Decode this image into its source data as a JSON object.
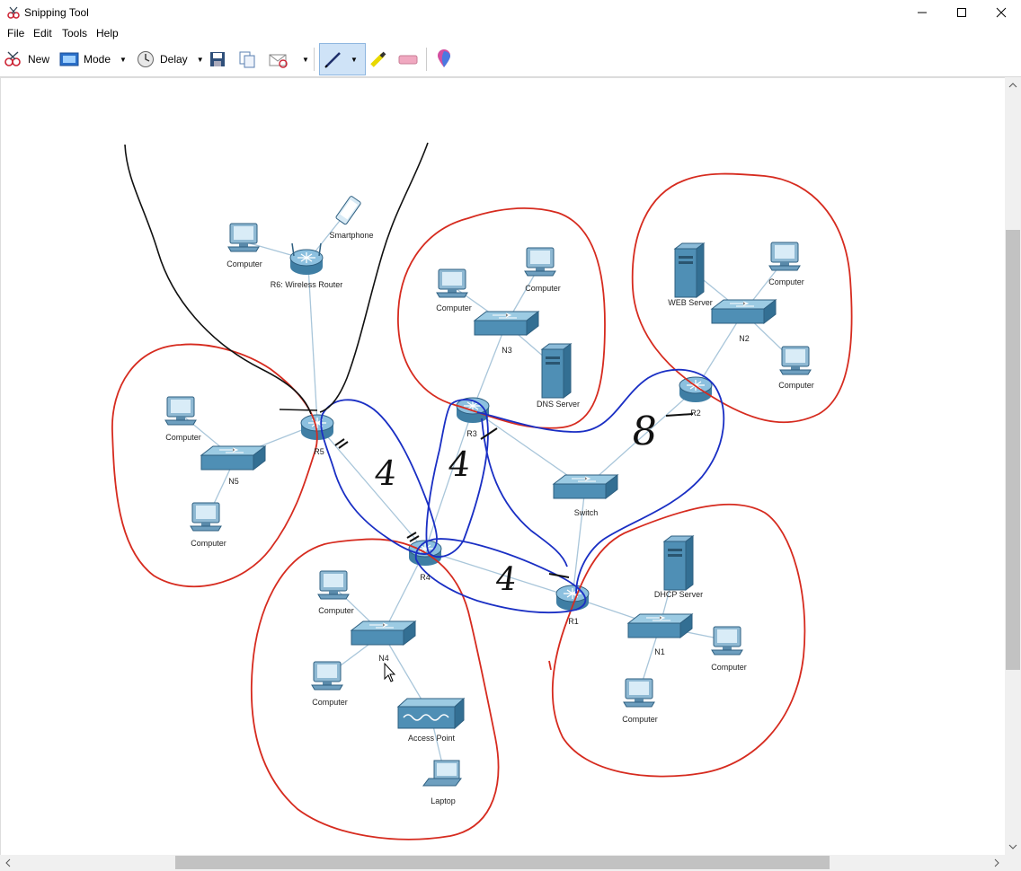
{
  "window": {
    "title": "Snipping Tool",
    "controls": [
      "minimize-icon",
      "maximize-icon",
      "close-icon"
    ]
  },
  "menu": [
    "File",
    "Edit",
    "Tools",
    "Help"
  ],
  "toolbar": {
    "new_label": "New",
    "mode_label": "Mode",
    "delay_label": "Delay"
  },
  "diagram": {
    "labels": {
      "r6": "R6: Wireless Router",
      "smartphone": "Smartphone",
      "r6_computer": "Computer",
      "r5": "R5",
      "n5": "N5",
      "n5_computer_top": "Computer",
      "n5_computer_bottom": "Computer",
      "r3": "R3",
      "n3": "N3",
      "n3_computer_left": "Computer",
      "n3_computer_right": "Computer",
      "dns": "DNS Server",
      "r2": "R2",
      "n2": "N2",
      "web": "WEB Server",
      "n2_computer_top": "Computer",
      "n2_computer_bottom": "Computer",
      "switch": "Switch",
      "r4": "R4",
      "n4": "N4",
      "n4_computer_top": "Computer",
      "n4_computer_bottom": "Computer",
      "ap": "Access Point",
      "laptop": "Laptop",
      "r1": "R1",
      "n1": "N1",
      "dhcp": "DHCP Server",
      "n1_computer_right": "Computer",
      "n1_computer_bottom": "Computer"
    },
    "annotations": {
      "cost_r5_r4": "4",
      "cost_r3_r4": "4",
      "cost_r4_r1": "4",
      "cost_r3_r2": "8"
    },
    "colors": {
      "ink_red": "#d62b1f",
      "ink_blue": "#1a2fc4",
      "ink_black": "#111111",
      "device": "#4a8bb0"
    }
  }
}
